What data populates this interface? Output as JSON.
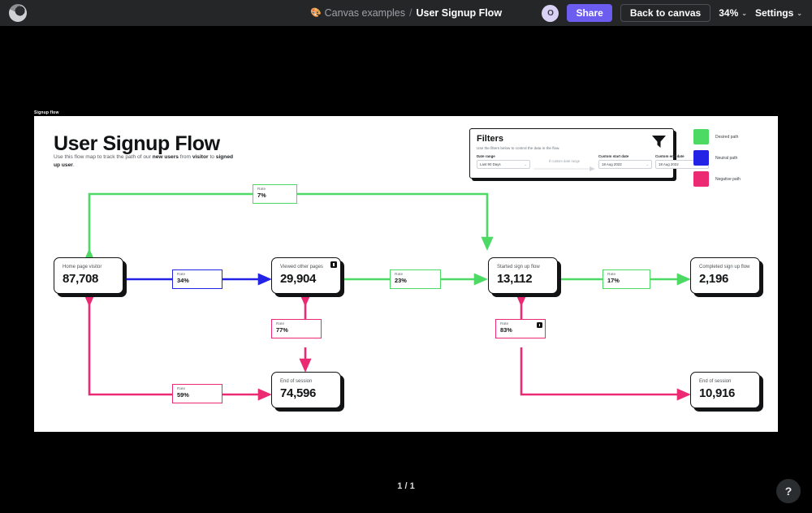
{
  "topbar": {
    "logo_name": "canvas-logo",
    "breadcrumb": {
      "emoji": "🎨",
      "parent": "Canvas examples",
      "separator": "/",
      "current": "User Signup Flow"
    },
    "avatar_initial": "O",
    "share_label": "Share",
    "back_label": "Back to canvas",
    "zoom_label": "34%",
    "settings_label": "Settings",
    "caret": "⌄"
  },
  "slide": {
    "label": "Signup flow",
    "title": "User Signup Flow",
    "subtitle_parts": [
      {
        "text": "Use this flow map to track the path of our ",
        "bold": false
      },
      {
        "text": "new users",
        "bold": true
      },
      {
        "text": " from ",
        "bold": false
      },
      {
        "text": "visitor",
        "bold": true
      },
      {
        "text": " to ",
        "bold": false
      },
      {
        "text": "signed up user",
        "bold": true
      },
      {
        "text": ".",
        "bold": false
      }
    ]
  },
  "filters": {
    "title": "Filters",
    "subtitle": "Use the filters below to control the data in the flow.",
    "funnel_icon": "funnel-icon",
    "connector_label": "If custom date range",
    "fields": [
      {
        "label": "Date range",
        "value": "Last 90 Days"
      },
      {
        "label": "Custom start date",
        "value": "18 Aug 2022"
      },
      {
        "label": "Custom end date",
        "value": "18 Aug 2022"
      }
    ]
  },
  "legend": [
    {
      "label": "Desired path",
      "color": "#4cd964"
    },
    {
      "label": "Neutral path",
      "color": "#2323e6"
    },
    {
      "label": "Negative path",
      "color": "#ec2a73"
    }
  ],
  "colors": {
    "green": "#4cd964",
    "blue": "#2323e6",
    "pink": "#ec2a73",
    "ink": "#111314",
    "accent": "#6c5cf0"
  },
  "chart_data": {
    "type": "diagram",
    "title": "User Signup Flow",
    "nodes": [
      {
        "id": "home",
        "label": "Home page visitor",
        "value": "87,708",
        "badge": false
      },
      {
        "id": "viewed",
        "label": "Viewed other pages",
        "value": "29,904",
        "badge": true
      },
      {
        "id": "started",
        "label": "Started sign up flow",
        "value": "13,112",
        "badge": false
      },
      {
        "id": "completed",
        "label": "Completed sign up flow",
        "value": "2,196",
        "badge": false
      },
      {
        "id": "eos1",
        "label": "End of session",
        "value": "74,596",
        "badge": false
      },
      {
        "id": "eos2",
        "label": "End of session",
        "value": "10,916",
        "badge": false
      }
    ],
    "edges": [
      {
        "from": "home",
        "to": "started",
        "rate_label": "Rate",
        "rate": "7%",
        "path": "desired",
        "badge": false
      },
      {
        "from": "home",
        "to": "viewed",
        "rate_label": "Rate",
        "rate": "34%",
        "path": "neutral",
        "badge": false
      },
      {
        "from": "viewed",
        "to": "started",
        "rate_label": "Rate",
        "rate": "23%",
        "path": "desired",
        "badge": false
      },
      {
        "from": "started",
        "to": "completed",
        "rate_label": "Rate",
        "rate": "17%",
        "path": "desired",
        "badge": false
      },
      {
        "from": "viewed",
        "to": "eos1",
        "rate_label": "Rate",
        "rate": "77%",
        "path": "negative",
        "badge": false
      },
      {
        "from": "home",
        "to": "eos1",
        "rate_label": "Rate",
        "rate": "59%",
        "path": "negative",
        "badge": false
      },
      {
        "from": "started",
        "to": "eos2",
        "rate_label": "Rate",
        "rate": "83%",
        "path": "negative",
        "badge": true
      }
    ]
  },
  "footer": {
    "pager": "1 / 1",
    "help_label": "?"
  }
}
